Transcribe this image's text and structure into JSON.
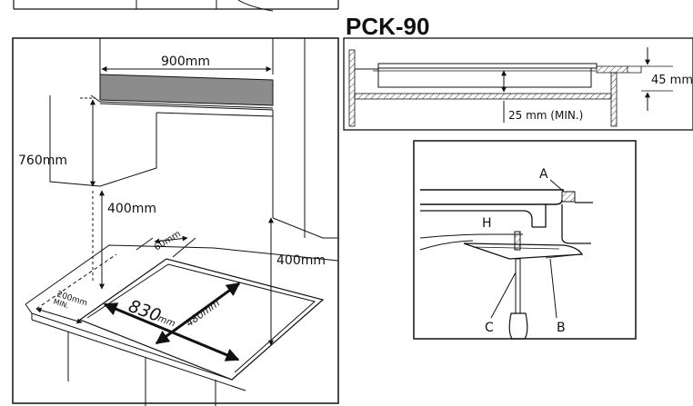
{
  "title": "PCK-90",
  "main_view": {
    "dim_width": "900mm",
    "dim_height_upper": "760mm",
    "dim_height_lower": "400mm",
    "dim_height_right": "400mm",
    "dim_side_margin": "60mm",
    "dim_front_margin": "200mm",
    "dim_front_margin_note": "MIN.",
    "cutout_length_value": "830",
    "cutout_length_unit": "mm",
    "cutout_depth": "480mm"
  },
  "section_view": {
    "dim_thickness": "45 mm",
    "dim_clearance": "25 mm (MIN.)"
  },
  "detail_view": {
    "labels": {
      "a": "A",
      "b": "B",
      "c": "C",
      "h": "H"
    }
  }
}
